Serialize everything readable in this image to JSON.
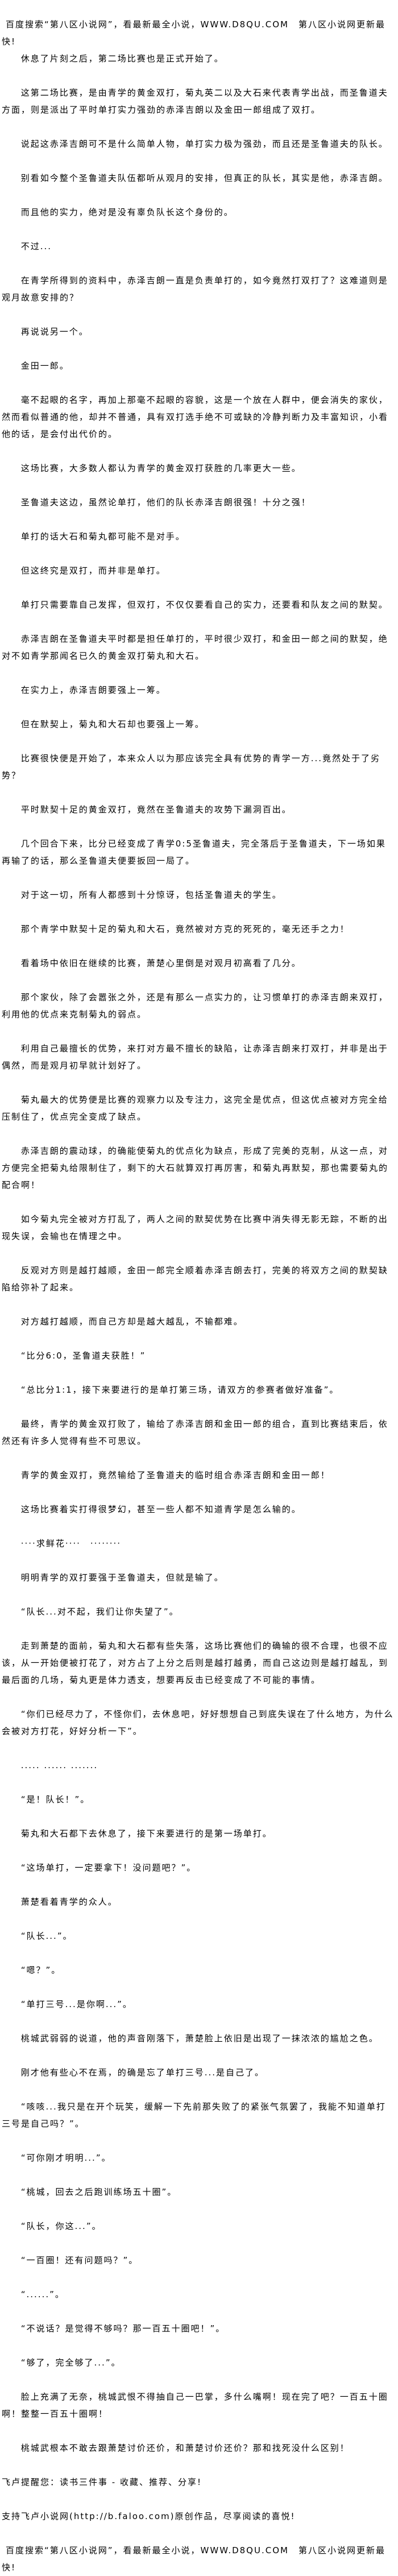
{
  "header_banner": "百度搜索“第八区小说网”，看最新最全小说，WWW.D8QU.COM　第八区小说网更新最快!",
  "paragraphs": [
    "休息了片刻之后，第二场比赛也是正式开始了。",
    "这第二场比赛，是由青学的黄金双打，菊丸英二以及大石来代表青学出战，而圣鲁道夫方面，则是派出了平时单打实力强劲的赤泽吉朗以及金田一郎组成了双打。",
    "说起这赤泽吉朗可不是什么简单人物，单打实力极为强劲，而且还是圣鲁道夫的队长。",
    "别看如今整个圣鲁道夫队伍都听从观月的安排，但真正的队长，其实是他，赤泽吉朗。",
    "而且他的实力，绝对是没有辜负队长这个身份的。",
    "不过...",
    "在青学所得到的资料中，赤泽吉朗一直是负责单打的，如今竟然打双打了？这难道则是观月故意安排的？",
    "再说说另一个。",
    "金田一郎。",
    "毫不起眼的名字，再加上那毫不起眼的容貌，这是一个放在人群中，便会消失的家伙，然而看似普通的他，却并不普通，具有双打选手绝不可或缺的冷静判断力及丰富知识，小看他的话，是会付出代价的。",
    "这场比赛，大多数人都认为青学的黄金双打获胜的几率更大一些。",
    "圣鲁道夫这边，虽然论单打，他们的队长赤泽吉朗很强！十分之强！",
    "单打的话大石和菊丸都可能不是对手。",
    "但这终究是双打，而并非是单打。",
    "单打只需要靠自己发挥，但双打，不仅仅要看自己的实力，还要看和队友之间的默契。",
    "赤泽吉朗在圣鲁道夫平时都是担任单打的，平时很少双打，和金田一郎之间的默契，绝对不如青学那闻名已久的黄金双打菊丸和大石。",
    "在实力上，赤泽吉朗要强上一筹。",
    "但在默契上，菊丸和大石却也要强上一筹。",
    "比赛很快便是开始了，本来众人以为那应该完全具有优势的青学一方...竟然处于了劣势？",
    "平时默契十足的黄金双打，竟然在圣鲁道夫的攻势下漏洞百出。",
    "几个回合下来，比分已经变成了青学0:5圣鲁道夫，完全落后于圣鲁道夫，下一场如果再输了的话，那么圣鲁道夫便要扳回一局了。",
    "对于这一切，所有人都感到十分惊讶，包括圣鲁道夫的学生。",
    "那个青学中默契十足的菊丸和大石，竟然被对方克的死死的，毫无还手之力！",
    "看着场中依旧在继续的比赛，萧楚心里倒是对观月初高看了几分。",
    "那个家伙，除了会嚣张之外，还是有那么一点实力的，让习惯单打的赤泽吉朗来双打，利用他的优点来克制菊丸的弱点。",
    "利用自己最擅长的优势，来打对方最不擅长的缺陷，让赤泽吉朗来打双打，并非是出于偶然，而是观月初早就计划好了。",
    "菊丸最大的优势便是比赛的观察力以及专注力，这完全是优点，但这优点被对方完全给压制住了，优点完全变成了缺点。",
    "赤泽吉朗的震动球，的确能使菊丸的优点化为缺点，形成了完美的克制，从这一点，对方便完全把菊丸给限制住了，剩下的大石就算双打再厉害，和菊丸再默契，那也需要菊丸的配合啊！",
    "如今菊丸完全被对方打乱了，两人之间的默契优势在比赛中消失得无影无踪，不断的出现失误，会输也在情理之中。",
    "反观对方则是越打越顺，金田一郎完全顺着赤泽吉朗去打，完美的将双方之间的默契缺陷给弥补了起来。",
    "对方越打越顺，而自己方却是越大越乱，不输都难。",
    "“比分6:0，圣鲁道夫获胜！”",
    "“总比分1:1，接下来要进行的是单打第三场，请双方的参赛者做好准备”。",
    "最终，青学的黄金双打败了，输给了赤泽吉朗和金田一郎的组合，直到比赛结束后，依然还有许多人觉得有些不可思议。",
    "青学的黄金双打，竟然输给了圣鲁道夫的临时组合赤泽吉朗和金田一郎！",
    "这场比赛着实打得很梦幻，甚至一些人都不知道青学是怎么输的。",
    "····求鲜花····　········",
    "明明青学的双打要强于圣鲁道夫，但就是输了。",
    "“队长...对不起，我们让你失望了”。",
    "走到萧楚的面前，菊丸和大石都有些失落，这场比赛他们的确输的很不合理，也很不应该，从一开始便被打花了，对方占了上分之后则是越打越勇，而自己这边则是越打越乱，到最后面的几场，菊丸更是体力透支，想要再反击已经变成了不可能的事情。",
    "“你们已经尽力了，不怪你们，去休息吧，好好想想自己到底失误在了什么地方，为什么会被对方打花，好好分析一下”。",
    "..... ...... .......",
    "“是！队长！”。",
    "菊丸和大石都下去休息了，接下来要进行的是第一场单打。",
    "“这场单打，一定要拿下！没问题吧？”。",
    "萧楚看着青学的众人。",
    "“队长...”。",
    "“嗯？”。",
    "“单打三号...是你啊...”。",
    "桃城武弱弱的说道，他的声音刚落下，萧楚脸上依旧是出现了一抹浓浓的尴尬之色。",
    "刚才他有些心不在焉，的确是忘了单打三号...是自己了。",
    "“咳咳...我只是在开个玩笑，缓解一下先前那失败了的紧张气氛罢了，我能不知道单打三号是自己吗？”。",
    "“可你刚才明明...”。",
    "“桃城，回去之后跑训练场五十圈”。",
    "“队长，你这...”。",
    "“一百圈！还有问题吗？”。",
    "“......”。",
    "“不说话？是觉得不够吗？那一百五十圈吧！”。",
    "“够了，完全够了...”。",
    "脸上充满了无奈，桃城武恨不得抽自己一巴掌，多什么嘴啊！现在完了吧？一百五十圈啊！整整一百五十圈啊！",
    "桃城武根本不敢去跟萧楚讨价还价，和萧楚讨价还价？那和找死没什么区别！"
  ],
  "footer": {
    "reminder": "飞卢提醒您：读书三件事 - 收藏、推荐、分享!",
    "support": "支持飞卢小说网(http://b.faloo.com)原创作品，尽享阅读的喜悦!",
    "banner": "百度搜索“第八区小说网”，看最新最全小说，WWW.D8QU.COM　第八区小说网更新最快!"
  }
}
